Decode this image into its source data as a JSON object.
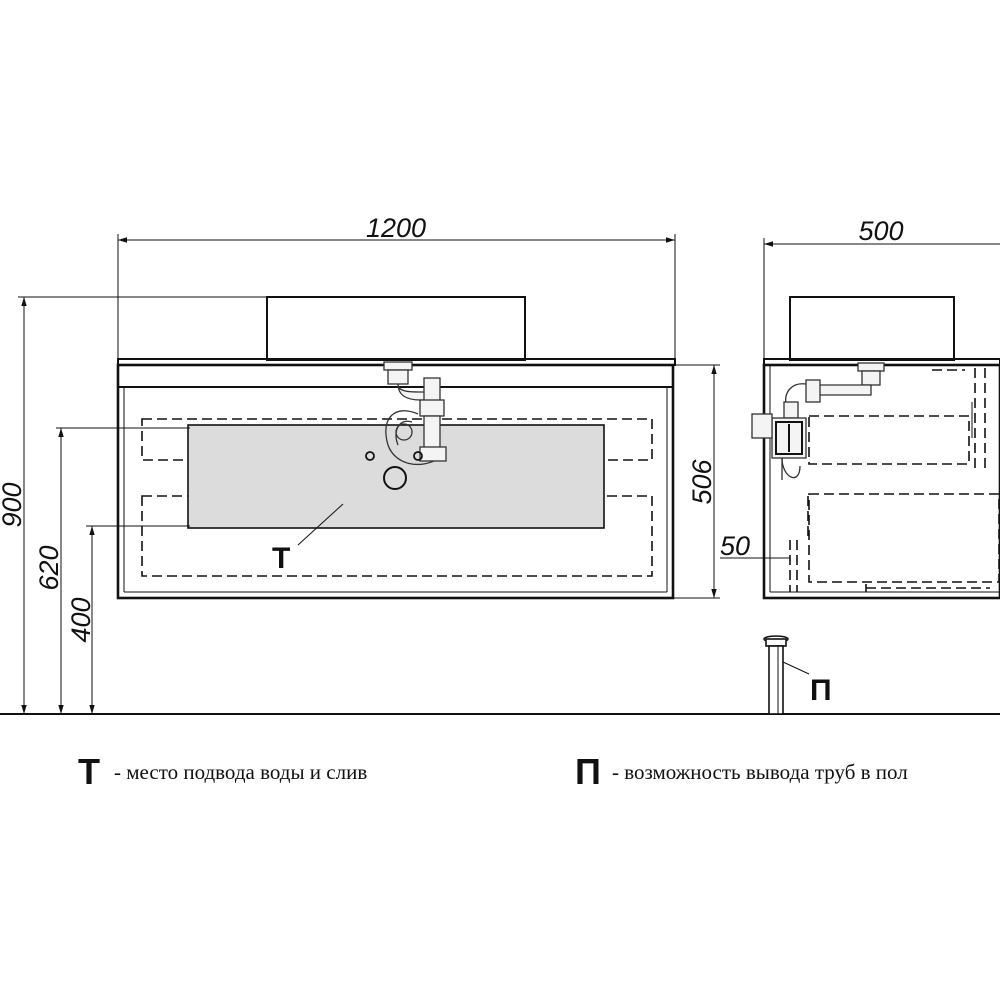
{
  "dimensions": {
    "width_front": "1200",
    "width_side": "500",
    "total_height": "900",
    "water_height": "620",
    "drain_height": "400",
    "cabinet_height": "506",
    "side_offset": "50"
  },
  "markers": {
    "water_marker": "Т",
    "floor_marker": "П"
  },
  "legend": {
    "water_letter": "Т",
    "water_text": "- место подвода воды и слив",
    "floor_letter": "П",
    "floor_text": "- возможность вывода труб в пол"
  }
}
